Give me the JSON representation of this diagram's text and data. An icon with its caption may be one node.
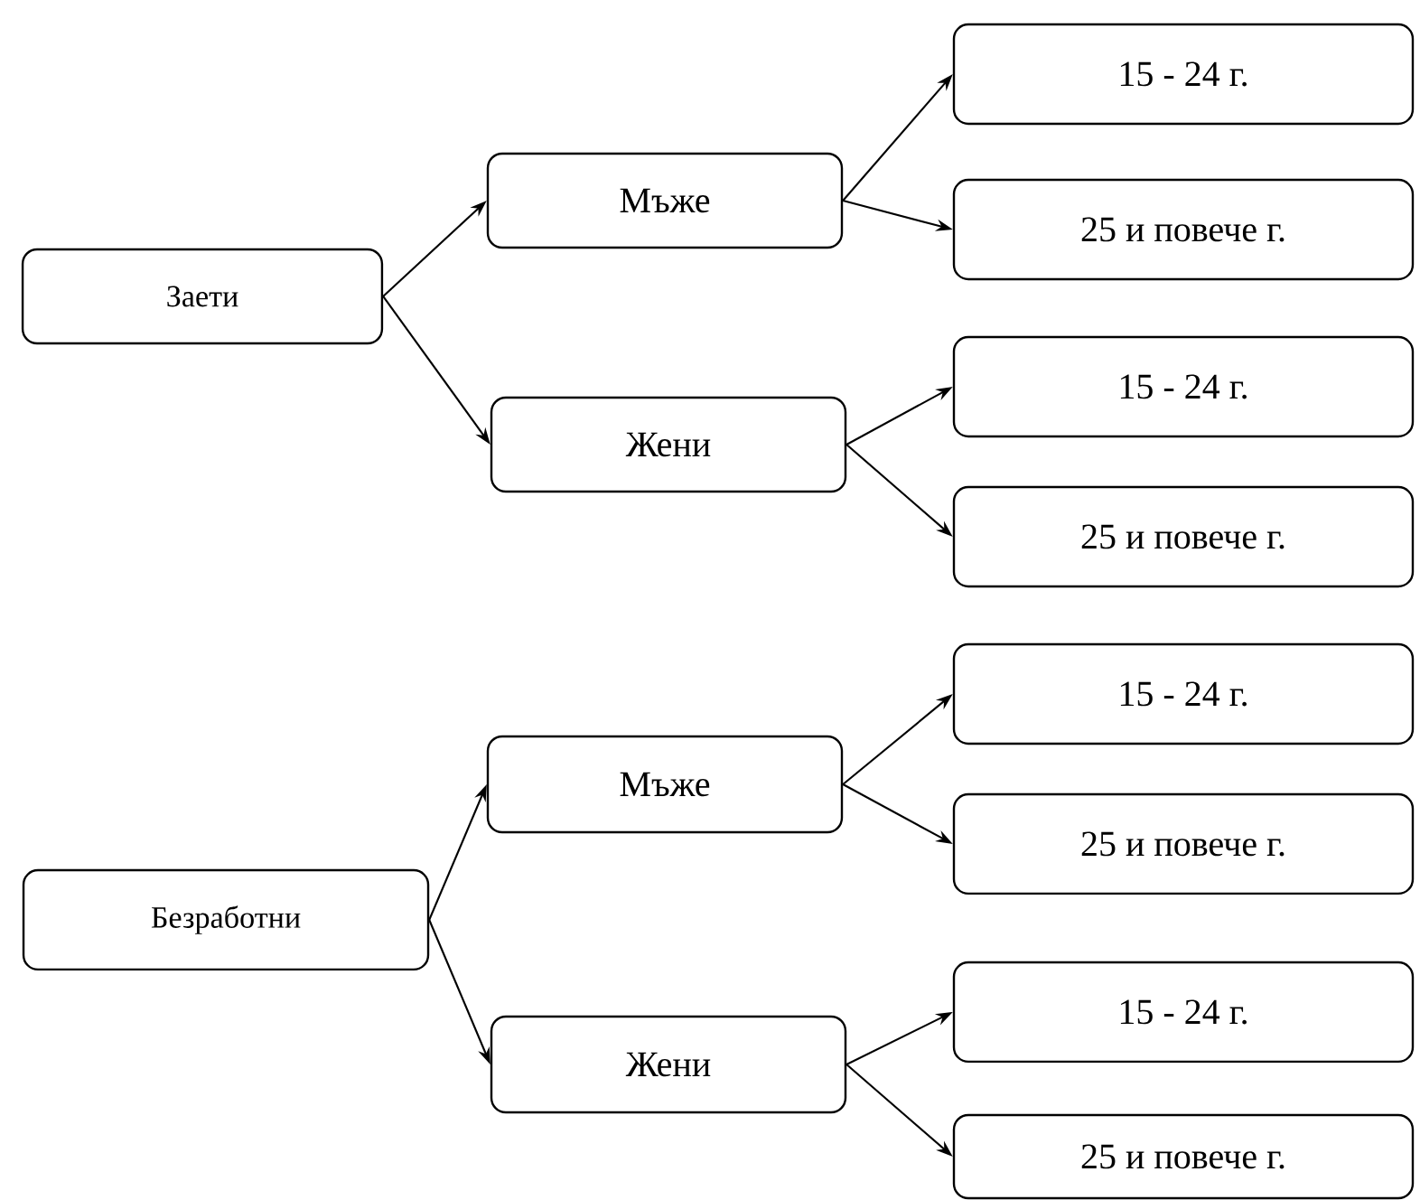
{
  "diagram": {
    "nodes": [
      {
        "text": [
          "Заети"
        ]
      },
      {
        "text": [
          "Мъже"
        ]
      },
      {
        "text": [
          "Жени"
        ]
      },
      {
        "text": [
          "15 - 24 г."
        ]
      },
      {
        "text": [
          "25 и повече г."
        ]
      },
      {
        "text": [
          "15 - 24 г."
        ]
      },
      {
        "text": [
          "25 и повече г."
        ]
      },
      {
        "text": [
          "Безработни"
        ]
      },
      {
        "text": [
          "Мъже"
        ]
      },
      {
        "text": [
          "Жени"
        ]
      },
      {
        "text": [
          "15 - 24 г."
        ]
      },
      {
        "text": [
          "25 и повече г."
        ]
      },
      {
        "text": [
          "15 - 24 г."
        ]
      },
      {
        "text": [
          "25 и повече г."
        ]
      }
    ],
    "edges": [
      {
        "from": 0,
        "to": 1,
        "arrow": "to"
      },
      {
        "from": 0,
        "to": 2,
        "arrow": "to"
      },
      {
        "from": 1,
        "to": 3,
        "arrow": "to"
      },
      {
        "from": 1,
        "to": 4,
        "arrow": "to"
      },
      {
        "from": 2,
        "to": 5,
        "arrow": "to"
      },
      {
        "from": 2,
        "to": 6,
        "arrow": "to"
      },
      {
        "from": 7,
        "to": 8,
        "arrow": "to"
      },
      {
        "from": 7,
        "to": 9,
        "arrow": "to"
      },
      {
        "from": 8,
        "to": 10,
        "arrow": "to"
      },
      {
        "from": 8,
        "to": 11,
        "arrow": "to"
      },
      {
        "from": 9,
        "to": 12,
        "arrow": "to"
      },
      {
        "from": 9,
        "to": 13,
        "arrow": "to"
      }
    ]
  }
}
